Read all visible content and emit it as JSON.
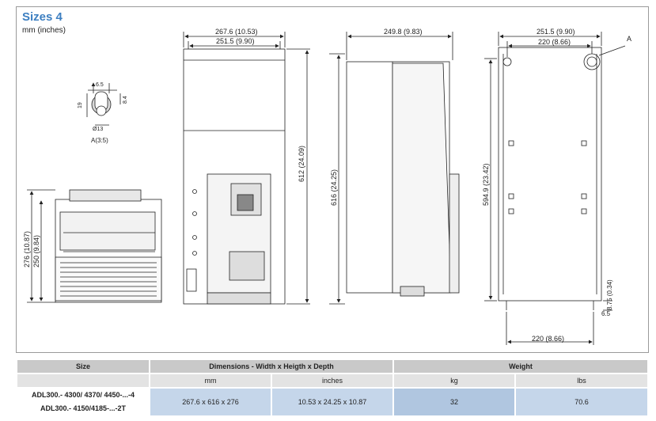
{
  "header": {
    "title": "Sizes 4",
    "units": "mm (inches)"
  },
  "detail": {
    "callout": "A",
    "caption": "A(3:5)",
    "dims": {
      "d65": "6.5",
      "d19": "19",
      "d84": "8.4",
      "dia13": "Ø13"
    }
  },
  "side_view": {
    "height_outer": "276 (10.87)",
    "height_inner": "250 (9.84)"
  },
  "front_view": {
    "width_outer": "267.6 (10.53)",
    "width_inner": "251.5 (9.90)",
    "height": "612 (24.09)"
  },
  "profile_view": {
    "depth": "249.8 (9.83)",
    "height": "616 (24.25)"
  },
  "back_view": {
    "width_outer": "251.5 (9.90)",
    "width_inner": "220 (8.66)",
    "height": "594.9 (23.42)",
    "bottom_width": "220 (8.66)",
    "foot": "8.75 (0.34)",
    "foot_small": "6.5"
  },
  "table": {
    "headers": {
      "size": "Size",
      "dimensions": "Dimensions - Width x Heigth x Depth",
      "weight": "Weight"
    },
    "subheaders": {
      "mm": "mm",
      "inches": "inches",
      "kg": "kg",
      "lbs": "lbs"
    },
    "row": {
      "models": [
        "ADL300.- 4300/ 4370/ 4450-...-4",
        "ADL300.- 4150/4185-...-2T"
      ],
      "mm": "267.6 x 616 x 276",
      "inches": "10.53 x 24.25 x 10.87",
      "kg": "32",
      "lbs": "70.6"
    }
  }
}
